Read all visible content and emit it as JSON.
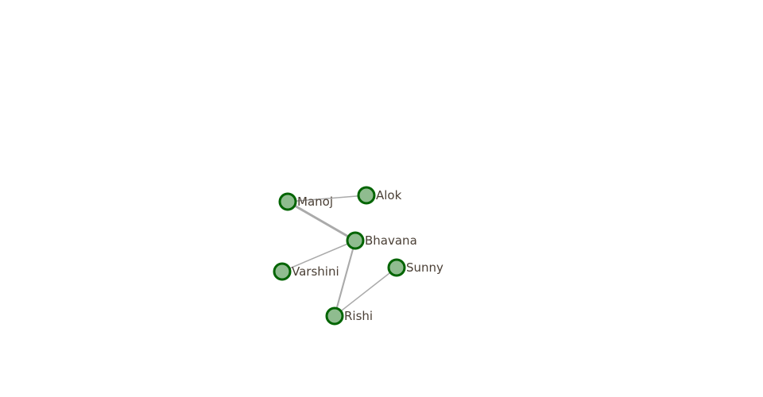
{
  "nodes": [
    {
      "id": "manoj",
      "label": "Manoj"
    },
    {
      "id": "alok",
      "label": "Alok"
    },
    {
      "id": "bhavana",
      "label": "Bhavana"
    },
    {
      "id": "varshini",
      "label": "Varshini"
    },
    {
      "id": "sunny",
      "label": "Sunny"
    },
    {
      "id": "rishi",
      "label": "Rishi"
    }
  ],
  "links": [
    {
      "source": "manoj",
      "target": "alok",
      "weight": 1
    },
    {
      "source": "manoj",
      "target": "bhavana",
      "weight": 4
    },
    {
      "source": "bhavana",
      "target": "varshini",
      "weight": 1
    },
    {
      "source": "bhavana",
      "target": "rishi",
      "weight": 2
    },
    {
      "source": "rishi",
      "target": "sunny",
      "weight": 1
    }
  ],
  "colors": {
    "node_fill": "#8fbc8f",
    "node_stroke": "#006400",
    "link": "#aaaaaa",
    "label": "#4a3f35"
  }
}
